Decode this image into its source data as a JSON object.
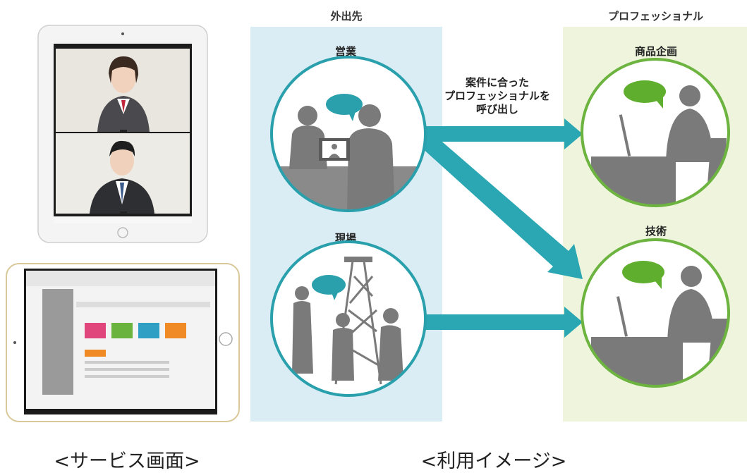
{
  "columns": {
    "field": {
      "title": "外出先"
    },
    "pro": {
      "title": "プロフェッショナル"
    }
  },
  "circles": {
    "sales": {
      "label": "営業"
    },
    "site": {
      "label": "現場"
    },
    "planning": {
      "label": "商品企画"
    },
    "tech": {
      "label": "技術"
    }
  },
  "arrow_text": {
    "line1": "案件に合った",
    "line2": "プロフェッショナルを",
    "line3": "呼び出し"
  },
  "captions": {
    "service": "<サービス画面>",
    "usage": "<利用イメージ>"
  },
  "colors": {
    "field_bg": "#daedf5",
    "pro_bg": "#eef5dc",
    "field_ring": "#2aa0ac",
    "pro_ring": "#6cb33f",
    "arrow": "#2aa7b3",
    "silhouette": "#7a7a7a"
  }
}
